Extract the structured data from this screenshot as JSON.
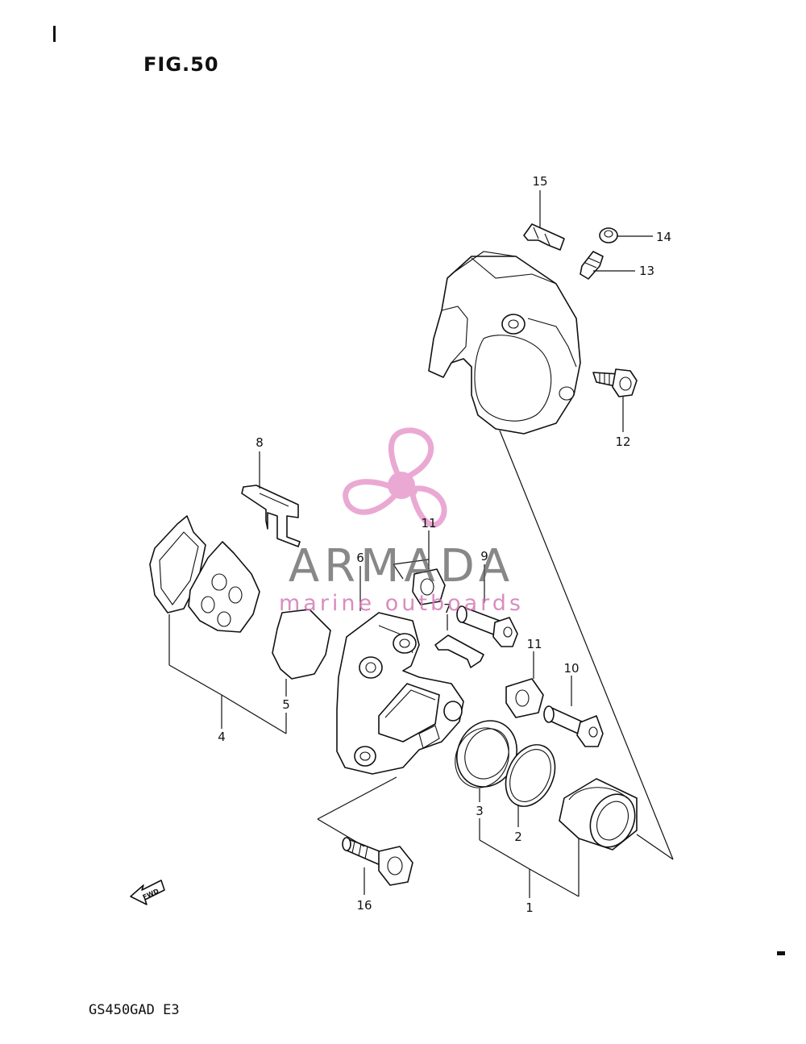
{
  "figure_title": "FIG.50",
  "model_code": "GS450GAD E3",
  "watermark": {
    "brand": "ARMADA",
    "tagline": "marine outboards",
    "logo_color": "#e8a0cf",
    "text_color": "#5a5a5a"
  },
  "fwd_label": "FWD",
  "callouts": {
    "c1": "1",
    "c2": "2",
    "c3": "3",
    "c4": "4",
    "c5": "5",
    "c6": "6",
    "c7": "7",
    "c8": "8",
    "c9": "9",
    "c10": "10",
    "c11a": "11",
    "c11b": "11",
    "c12": "12",
    "c13": "13",
    "c14": "14",
    "c15": "15",
    "c16": "16"
  }
}
